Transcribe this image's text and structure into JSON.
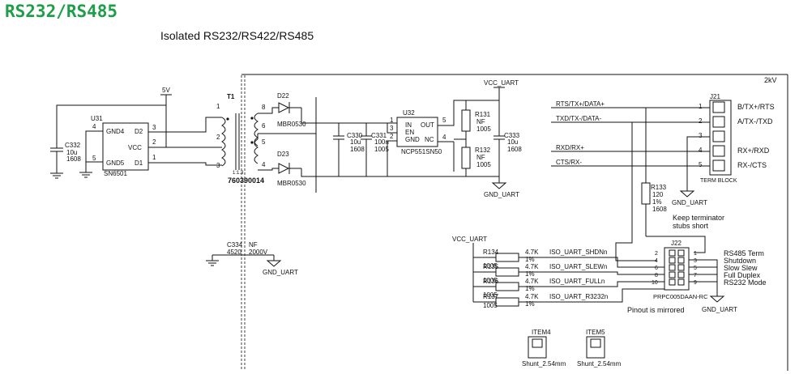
{
  "header": {
    "title": "RS232/RS485",
    "subtitle": "Isolated RS232/RS422/RS485",
    "title_color": "#1f9e4a"
  },
  "isolation": {
    "rating": "2kV"
  },
  "u31": {
    "ref": "U31",
    "part": "SN6501",
    "pins": [
      "GND4",
      "D2",
      "VCC",
      "GND5",
      "D1"
    ],
    "pin_nums": [
      "4",
      "5",
      "3",
      "2",
      "1"
    ]
  },
  "c332": {
    "ref": "C332",
    "value": "10u",
    "size": "1608"
  },
  "supply": {
    "v5": "5V"
  },
  "t1": {
    "ref": "T1",
    "part": "760390014",
    "pins_left": [
      "1",
      "2",
      "3"
    ],
    "pins_right": [
      "8",
      "6",
      "5",
      "4"
    ],
    "note": "1:1.3"
  },
  "d22": {
    "ref": "D22",
    "part": "MBR0530"
  },
  "d23": {
    "ref": "D23",
    "part": "MBR0530"
  },
  "c330": {
    "ref": "C330",
    "value": "10u",
    "size": "1608"
  },
  "c331": {
    "ref": "C331",
    "value": "100n",
    "size": "1005"
  },
  "u32": {
    "ref": "U32",
    "part": "NCP551SN50",
    "pins": [
      "IN",
      "OUT",
      "EN",
      "GND",
      "NC"
    ],
    "pin_nums": [
      "1",
      "3",
      "2",
      "5",
      "4"
    ]
  },
  "r131": {
    "ref": "R131",
    "value": "NF",
    "size": "1005"
  },
  "r132": {
    "ref": "R132",
    "value": "NF",
    "size": "1005"
  },
  "c333": {
    "ref": "C333",
    "value": "10u",
    "size": "1608"
  },
  "nets": {
    "vcc_uart": "VCC_UART",
    "gnd_uart": "GND_UART"
  },
  "c334": {
    "ref": "C334",
    "value": "NF",
    "size": "4520",
    "voltage": "2000V"
  },
  "j21": {
    "ref": "J21",
    "part": "TERM BLOCK",
    "pins": [
      {
        "num": "1",
        "net": "RTS/TX+/DATA+",
        "label": "B/TX+/RTS"
      },
      {
        "num": "2",
        "net": "TXD/TX-/DATA-",
        "label": "A/TX-/TXD"
      },
      {
        "num": "3",
        "net": "",
        "label": ""
      },
      {
        "num": "4",
        "net": "RXD/RX+",
        "label": "RX+/RXD"
      },
      {
        "num": "5",
        "net": "CTS/RX-",
        "label": "RX-/CTS"
      }
    ]
  },
  "r133": {
    "ref": "R133",
    "value": "120",
    "tol": "1%",
    "size": "1608"
  },
  "note_terminator": [
    "Keep terminator",
    "stubs short"
  ],
  "j22": {
    "ref": "J22",
    "part": "PRPC005DAAN-RC",
    "note": "Pinout is mirrored",
    "left_pins": [
      "2",
      "4",
      "6",
      "8",
      "10"
    ],
    "right_pins": [
      "1",
      "3",
      "5",
      "7",
      "9"
    ],
    "modes": [
      "RS485 Term",
      "Shutdown",
      "Slow Slew",
      "Full Duplex",
      "RS232 Mode"
    ]
  },
  "pullups": [
    {
      "ref": "R134",
      "value": "4.7K",
      "size": "1005",
      "tol": "1%",
      "net": "ISO_UART_SHDNn"
    },
    {
      "ref": "R135",
      "value": "4.7K",
      "size": "1005",
      "tol": "1%",
      "net": "ISO_UART_SLEWn"
    },
    {
      "ref": "R136",
      "value": "4.7K",
      "size": "1005",
      "tol": "1%",
      "net": "ISO_UART_FULLn"
    },
    {
      "ref": "R137",
      "value": "4.7K",
      "size": "1005",
      "tol": "1%",
      "net": "ISO_UART_R3232n"
    }
  ],
  "items": [
    {
      "ref": "ITEM4",
      "part": "Shunt_2.54mm"
    },
    {
      "ref": "ITEM5",
      "part": "Shunt_2.54mm"
    }
  ]
}
